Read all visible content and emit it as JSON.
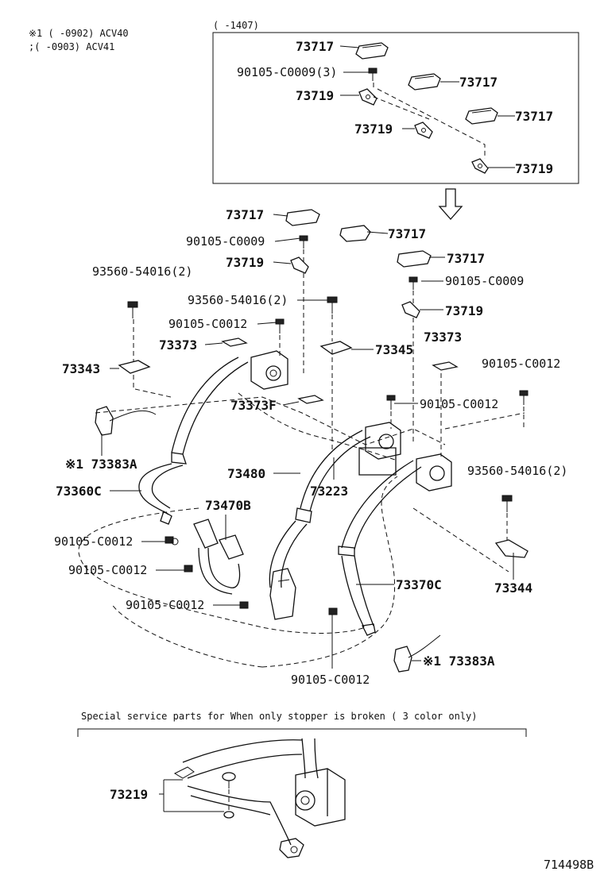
{
  "notes": {
    "top_left_line1": "※1  (     -0902) ACV40",
    "top_left_line2": "    ;(     -0903) ACV41",
    "inset_header": "(      -1407)",
    "service_caption": "Special service parts for When only stopper is broken ( 3 color only)",
    "figure_id": "714498B"
  },
  "callouts": {
    "inset_73717_a": "73717",
    "inset_90105_c0009_3": "90105-C0009(3)",
    "inset_73717_b": "73717",
    "inset_73719_a": "73719",
    "inset_73717_c": "73717",
    "inset_73719_b": "73719",
    "inset_73719_c": "73719",
    "m_73717_a": "73717",
    "m_73717_b": "73717",
    "m_90105_c0009_a": "90105-C0009",
    "m_73717_c": "73717",
    "m_73719_a": "73719",
    "m_90105_c0009_b": "90105-C0009",
    "m_93560_54016_2_a": "93560-54016(2)",
    "m_73719_b": "73719",
    "m_93560_54016_2_b": "93560-54016(2)",
    "m_90105_c0012_a": "90105-C0012",
    "m_73373_a": "73373",
    "m_73373_b": "73373",
    "m_73345": "73345",
    "m_90105_c0012_b": "90105-C0012",
    "m_73343": "73343",
    "m_73373f": "73373F",
    "m_90105_c0012_c": "90105-C0012",
    "m_73383a_a": "※1 73383A",
    "m_73480": "73480",
    "m_93560_54016_2_c": "93560-54016(2)",
    "m_73223": "73223",
    "m_73360c": "73360C",
    "m_73470b": "73470B",
    "m_90105_c0012_d": "90105-C0012",
    "m_73344": "73344",
    "m_90105_c0012_e": "90105-C0012",
    "m_73370c": "73370C",
    "m_90105_c0012_f": "90105-C0012",
    "m_73383a_b": "※1 73383A",
    "m_90105_c0012_g": "90105-C0012",
    "s_73219": "73219"
  }
}
